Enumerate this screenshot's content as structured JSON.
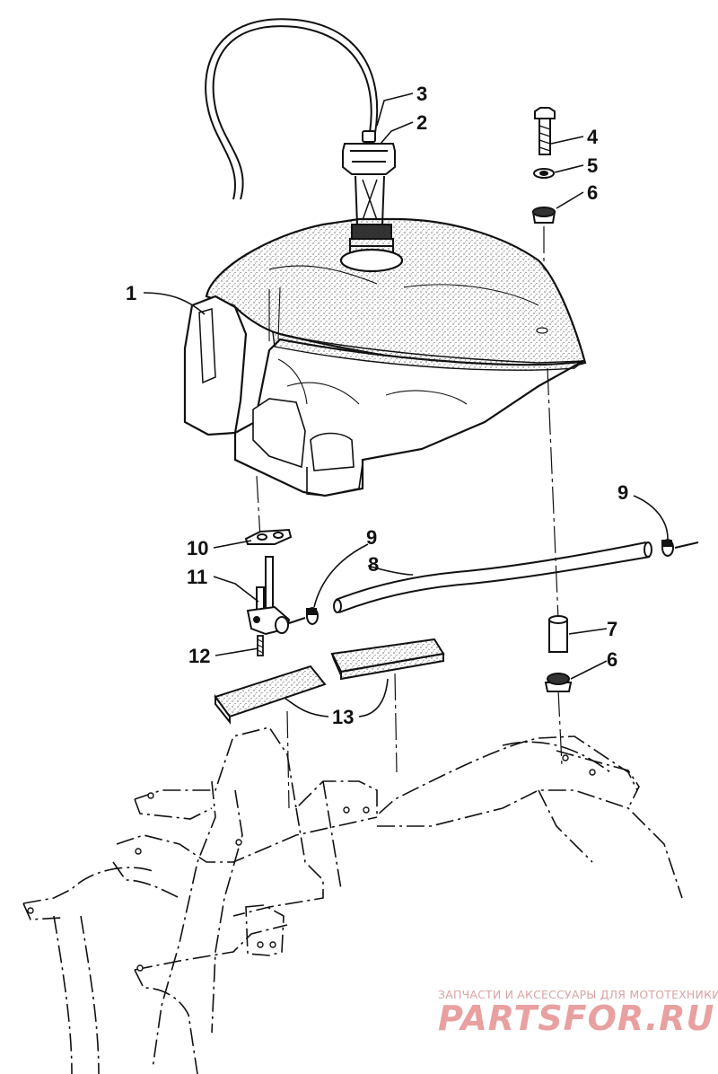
{
  "callouts": {
    "c1": "1",
    "c2": "2",
    "c3": "3",
    "c4": "4",
    "c5": "5",
    "c6a": "6",
    "c7": "7",
    "c6b": "6",
    "c8": "8",
    "c9a": "9",
    "c9b": "9",
    "c10": "10",
    "c11": "11",
    "c12": "12",
    "c13": "13"
  },
  "watermark": {
    "tagline": "ЗАПЧАСТИ И АКСЕССУАРЫ ДЛЯ МОТОТЕХНИКИ",
    "brand": "PARTSFOR.RU"
  },
  "colors": {
    "line": "#111111",
    "watermark": "#e8a0a0"
  }
}
